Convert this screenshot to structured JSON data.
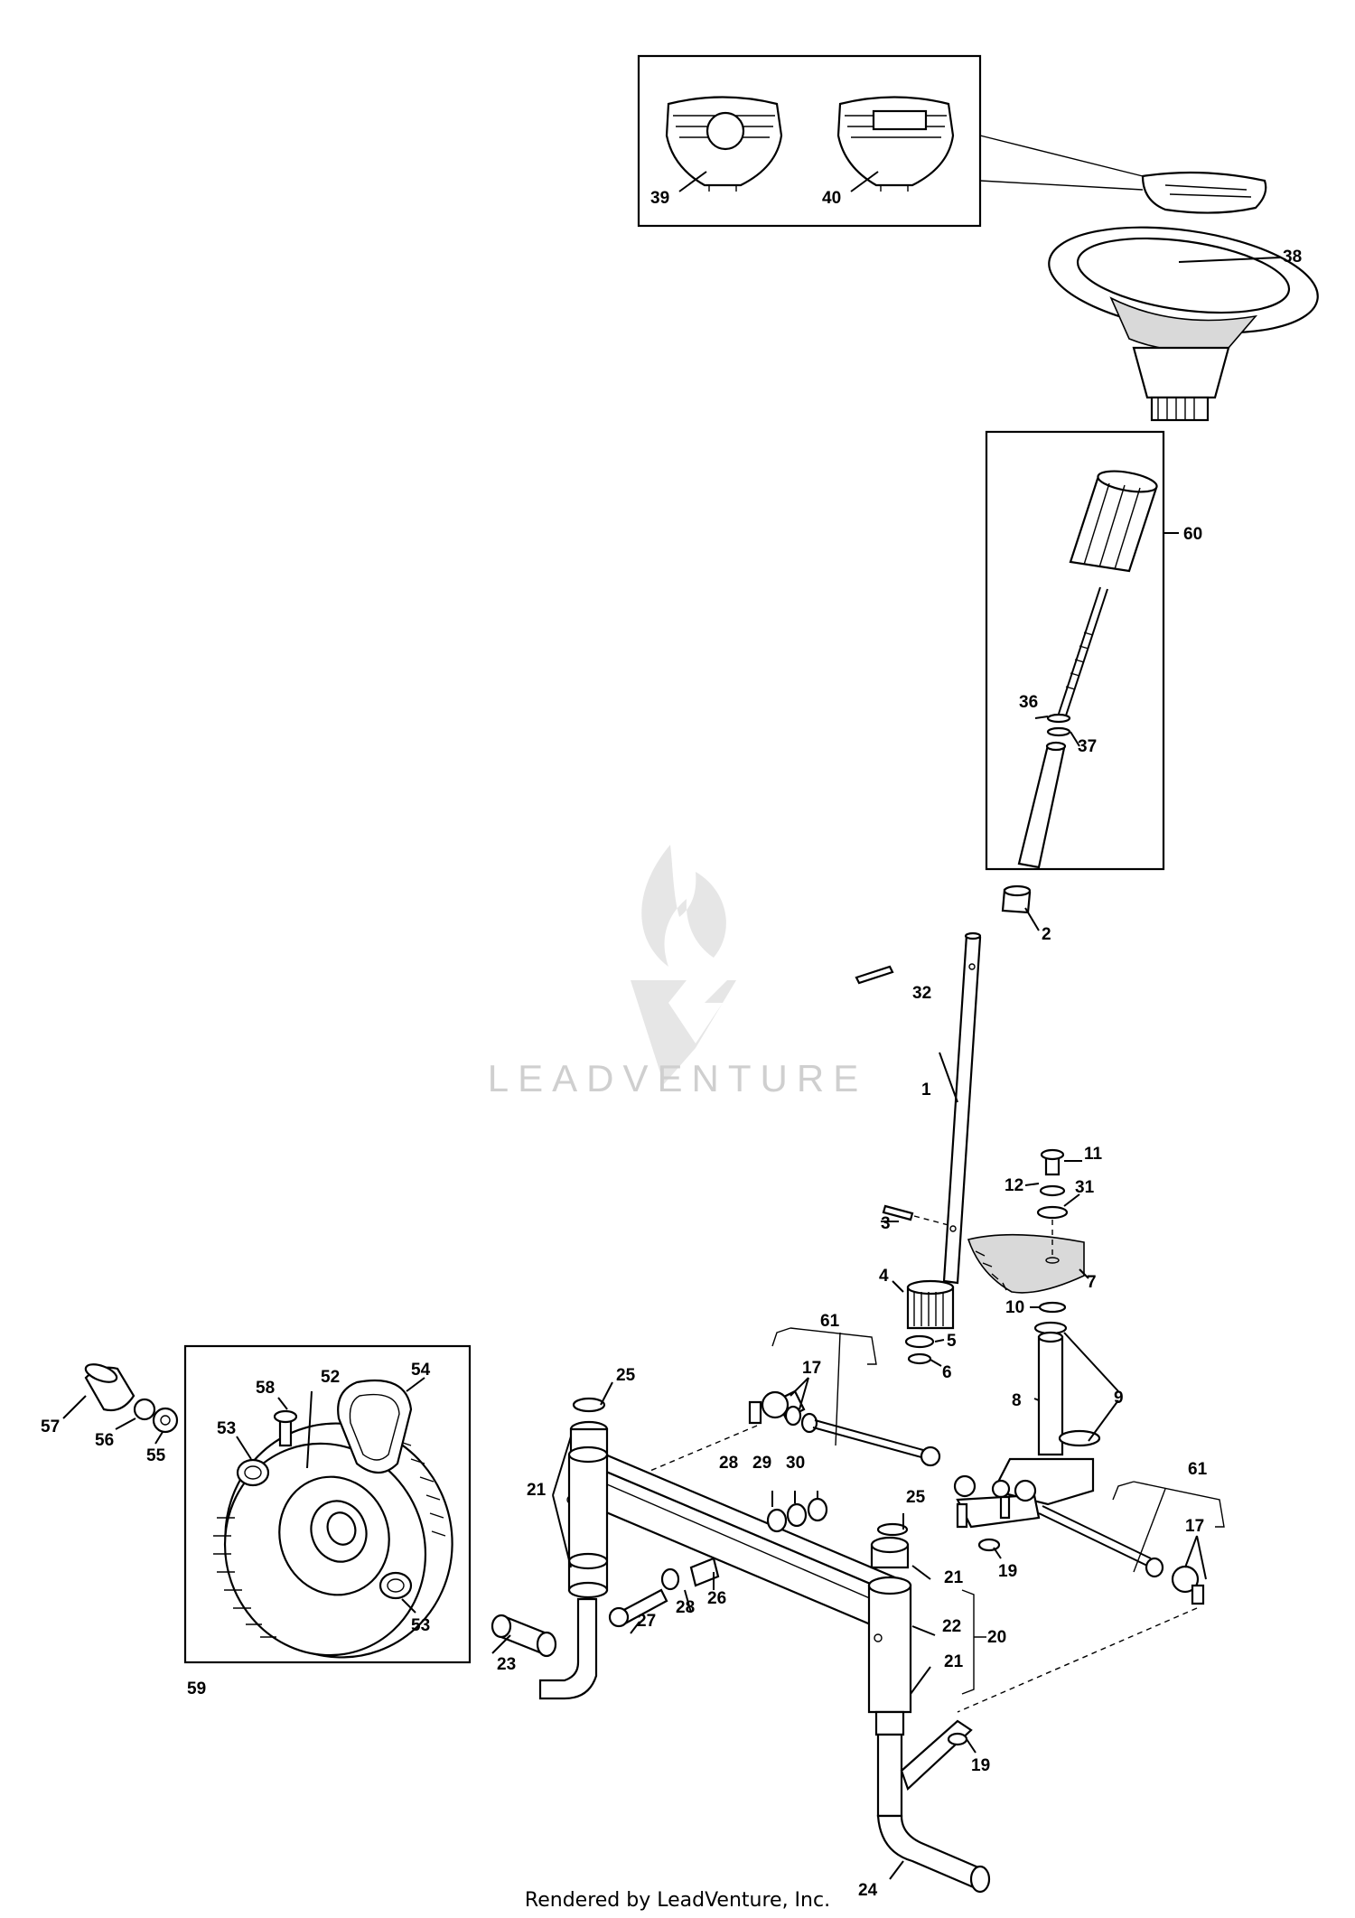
{
  "watermark": {
    "text": "LEADVENTURE"
  },
  "footer": {
    "text": "Rendered by LeadVenture, Inc."
  },
  "callouts": [
    {
      "id": "1",
      "text": "1"
    },
    {
      "id": "2",
      "text": "2"
    },
    {
      "id": "3",
      "text": "3"
    },
    {
      "id": "4",
      "text": "4"
    },
    {
      "id": "5",
      "text": "5"
    },
    {
      "id": "6",
      "text": "6"
    },
    {
      "id": "7",
      "text": "7"
    },
    {
      "id": "8",
      "text": "8"
    },
    {
      "id": "9",
      "text": "9"
    },
    {
      "id": "10",
      "text": "10"
    },
    {
      "id": "11",
      "text": "11"
    },
    {
      "id": "12",
      "text": "12"
    },
    {
      "id": "17a",
      "text": "17"
    },
    {
      "id": "17b",
      "text": "17"
    },
    {
      "id": "19a",
      "text": "19"
    },
    {
      "id": "19b",
      "text": "19"
    },
    {
      "id": "20",
      "text": "20"
    },
    {
      "id": "21a",
      "text": "21"
    },
    {
      "id": "21b",
      "text": "21"
    },
    {
      "id": "21c",
      "text": "21"
    },
    {
      "id": "22",
      "text": "22"
    },
    {
      "id": "23",
      "text": "23"
    },
    {
      "id": "24",
      "text": "24"
    },
    {
      "id": "25a",
      "text": "25"
    },
    {
      "id": "25b",
      "text": "25"
    },
    {
      "id": "26",
      "text": "26"
    },
    {
      "id": "27",
      "text": "27"
    },
    {
      "id": "28a",
      "text": "28"
    },
    {
      "id": "28b",
      "text": "28"
    },
    {
      "id": "29",
      "text": "29"
    },
    {
      "id": "30",
      "text": "30"
    },
    {
      "id": "31",
      "text": "31"
    },
    {
      "id": "32",
      "text": "32"
    },
    {
      "id": "36",
      "text": "36"
    },
    {
      "id": "37",
      "text": "37"
    },
    {
      "id": "38",
      "text": "38"
    },
    {
      "id": "39",
      "text": "39"
    },
    {
      "id": "40",
      "text": "40"
    },
    {
      "id": "52",
      "text": "52"
    },
    {
      "id": "53a",
      "text": "53"
    },
    {
      "id": "53b",
      "text": "53"
    },
    {
      "id": "54",
      "text": "54"
    },
    {
      "id": "55",
      "text": "55"
    },
    {
      "id": "56",
      "text": "56"
    },
    {
      "id": "57",
      "text": "57"
    },
    {
      "id": "58",
      "text": "58"
    },
    {
      "id": "59",
      "text": "59"
    },
    {
      "id": "60",
      "text": "60"
    },
    {
      "id": "61a",
      "text": "61"
    },
    {
      "id": "61b",
      "text": "61"
    }
  ]
}
